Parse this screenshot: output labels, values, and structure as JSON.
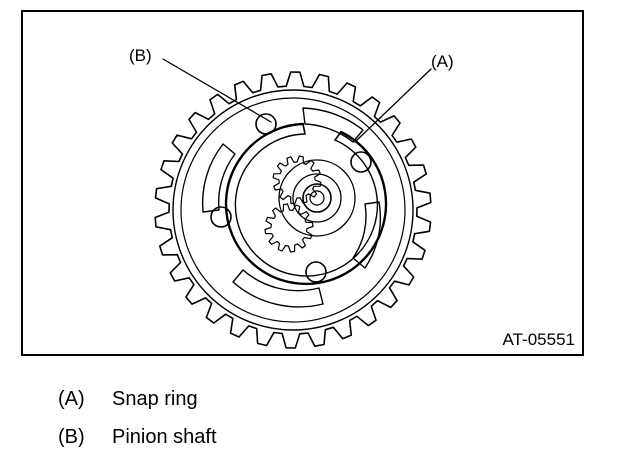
{
  "figure": {
    "callouts": {
      "a": "(A)",
      "b": "(B)"
    },
    "figure_code": "AT-05551"
  },
  "legend": [
    {
      "key": "(A)",
      "text": "Snap ring"
    },
    {
      "key": "(B)",
      "text": "Pinion shaft"
    }
  ]
}
